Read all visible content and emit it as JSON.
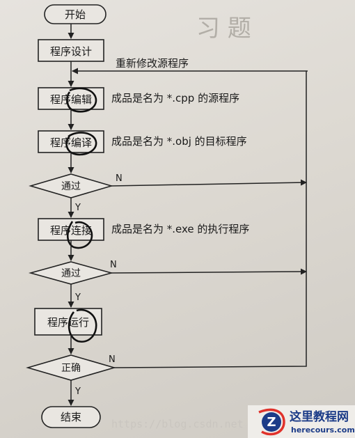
{
  "flowchart": {
    "start": "开始",
    "end": "结束",
    "steps": [
      "程序设计",
      "程序编辑",
      "程序编译",
      "程序连接",
      "程序运行"
    ],
    "decisions": [
      "通过",
      "通过",
      "正确"
    ],
    "yes_label": "Y",
    "no_label": "N",
    "loop_label": "重新修改源程序",
    "notes": [
      "成品是名为 *.cpp 的源程序",
      "成品是名为 *.obj 的目标程序",
      "成品是名为 *.exe 的执行程序"
    ]
  },
  "background_text": {
    "heading": "习 题"
  },
  "watermark": {
    "url": "https://blog.csdn.net",
    "logo_title": "这里教程网",
    "logo_url": "herecours.com",
    "logo_colors": {
      "accent": "#e0322b",
      "brand": "#1c3c88"
    }
  }
}
